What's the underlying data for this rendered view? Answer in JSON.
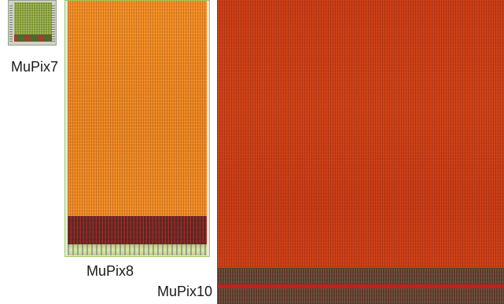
{
  "chips": [
    {
      "id": "mupix7",
      "label": "MuPix7"
    },
    {
      "id": "mupix8",
      "label": "MuPix8"
    },
    {
      "id": "mupix10",
      "label": "MuPix10"
    }
  ],
  "colors": {
    "mupix7_matrix": "#8aa33a",
    "mupix8_matrix": "#ee8a22",
    "mupix8_periphery": "#6b2a24",
    "mupix10_matrix": "#c9401a",
    "mupix10_periphery": "#5f3a2c",
    "mupix10_stripe": "#c42020"
  }
}
